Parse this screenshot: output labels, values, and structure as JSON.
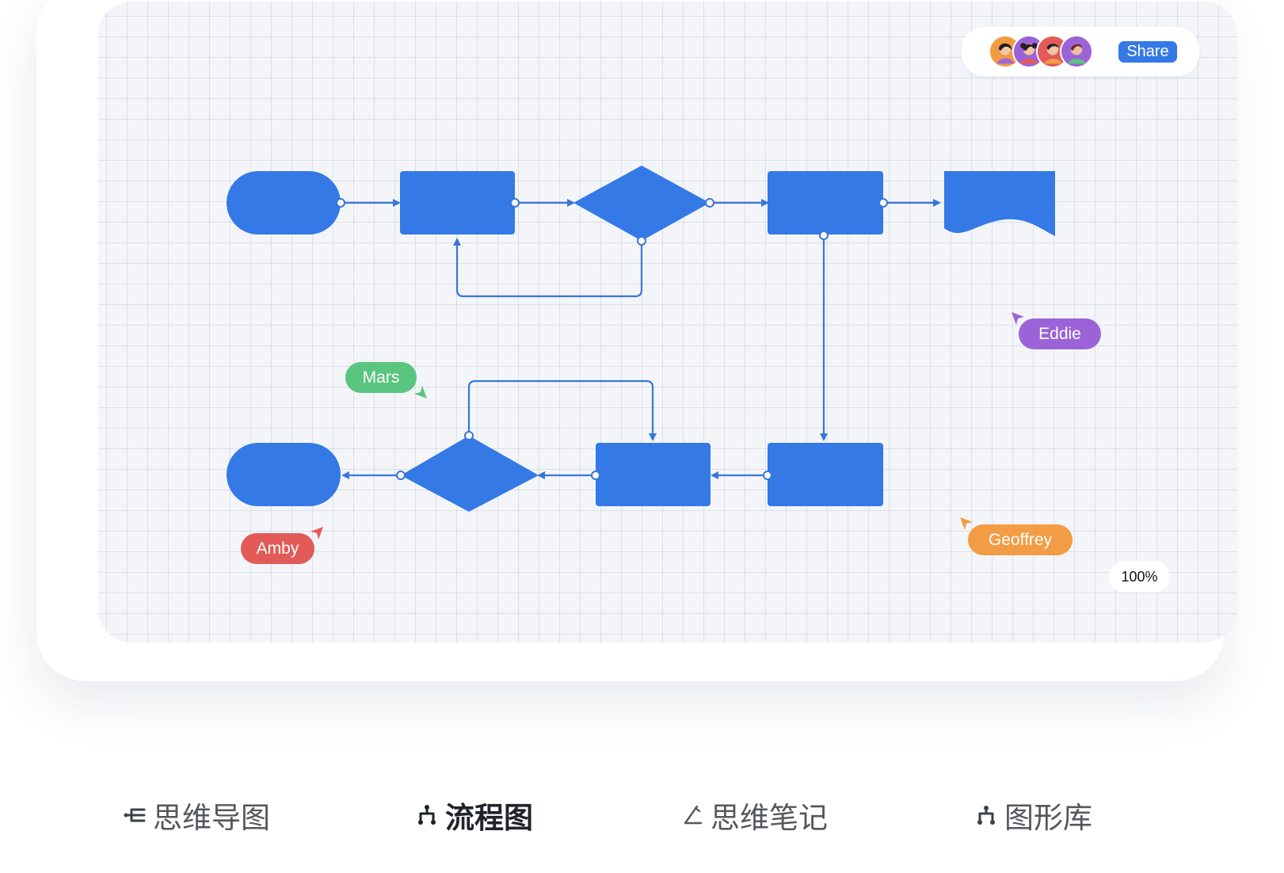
{
  "toolbar": {
    "share_label": "Share"
  },
  "collaborators": [
    {
      "name": "Mars",
      "color": "#5ac57e"
    },
    {
      "name": "Amby",
      "color": "#e25b59"
    },
    {
      "name": "Eddie",
      "color": "#9c63d8"
    },
    {
      "name": "Geoffrey",
      "color": "#f29d45"
    }
  ],
  "cursors": [
    {
      "label": "Eddie",
      "color": "#9c63d8",
      "icon": "cursor-arrow-icon"
    },
    {
      "label": "Mars",
      "color": "#5ac57e",
      "icon": "cursor-arrow-icon"
    },
    {
      "label": "Amby",
      "color": "#e25b59",
      "icon": "cursor-arrow-icon"
    },
    {
      "label": "Geoffrey",
      "color": "#f29d45",
      "icon": "cursor-arrow-icon"
    }
  ],
  "zoom": {
    "label": "100%",
    "value": 100
  },
  "tabs": [
    {
      "label": "思维导图",
      "icon": "mind-map-icon",
      "active": false
    },
    {
      "label": "流程图",
      "icon": "flowchart-icon",
      "active": true
    },
    {
      "label": "思维笔记",
      "icon": "pen-icon",
      "active": false
    },
    {
      "label": "图形库",
      "icon": "shape-library-icon",
      "active": false
    }
  ],
  "colors": {
    "primary_blue": "#3479e6",
    "canvas_background": "#f3f5f9",
    "connector_blue": "#3a76d9"
  }
}
